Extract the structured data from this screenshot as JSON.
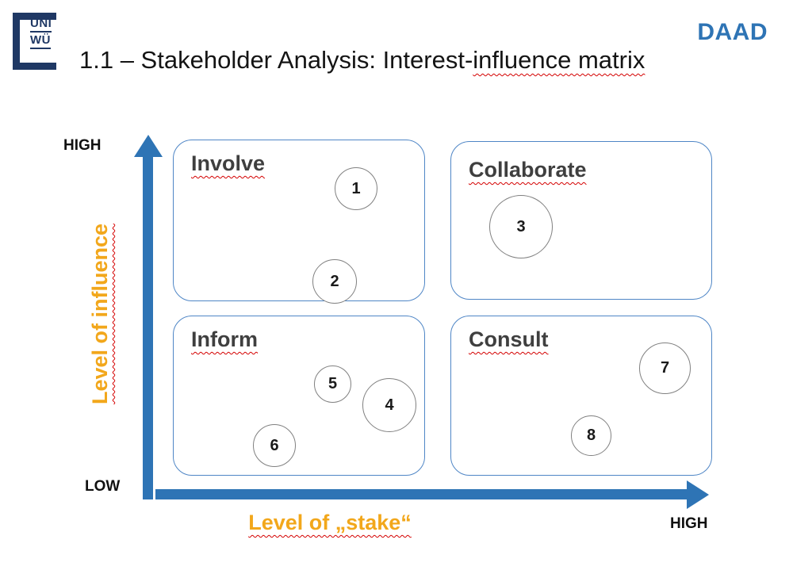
{
  "header": {
    "logo": {
      "line1": "UNI",
      "line2": "WÜ"
    },
    "brand": "DAAD",
    "title_plain": "1.1 – Stakeholder Analysis: Interest-",
    "title_marked": "influence matrix"
  },
  "matrix": {
    "quadrants": [
      {
        "label": "Involve"
      },
      {
        "label": "Collaborate"
      },
      {
        "label": "Inform"
      },
      {
        "label": "Consult"
      }
    ],
    "bubbles": [
      {
        "label": "1"
      },
      {
        "label": "2"
      },
      {
        "label": "3"
      },
      {
        "label": "4"
      },
      {
        "label": "5"
      },
      {
        "label": "6"
      },
      {
        "label": "7"
      },
      {
        "label": "8"
      }
    ]
  },
  "axes": {
    "y": {
      "top": "HIGH",
      "bottom": "LOW",
      "label": "Level of influence"
    },
    "x": {
      "label": "Level of „stake“",
      "right": "HIGH"
    }
  },
  "colors": {
    "arrow_blue": "#2E74B5",
    "brand_blue": "#2E74B5",
    "accent_orange": "#F2A71B",
    "logo_navy": "#1F3864",
    "quadrant_border": "#4F86C6",
    "squiggle_red": "#D40000"
  }
}
